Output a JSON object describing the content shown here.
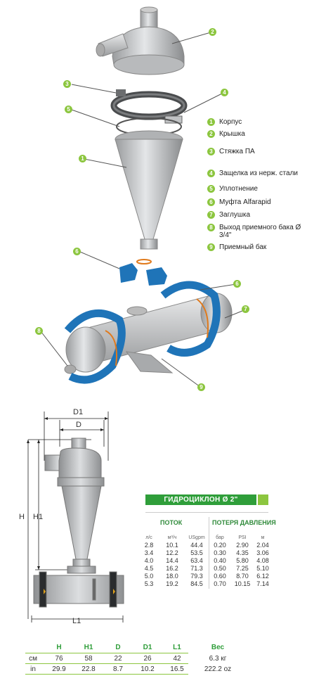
{
  "callouts": [
    "1",
    "2",
    "3",
    "4",
    "5",
    "6",
    "6",
    "7",
    "8",
    "9"
  ],
  "legend": [
    {
      "num": "1",
      "text": "Корпус"
    },
    {
      "num": "2",
      "text": "Крышка"
    },
    {
      "num": "3",
      "text": "Стяжка ПА"
    },
    {
      "num": "4",
      "text": "Защелка из нерж. стали"
    },
    {
      "num": "5",
      "text": "Уплотнение"
    },
    {
      "num": "6",
      "text": "Муфта Alfarapid"
    },
    {
      "num": "7",
      "text": "Заглушка"
    },
    {
      "num": "8",
      "text": "Выход приемного бака Ø 3/4\""
    },
    {
      "num": "9",
      "text": "Приемный бак"
    }
  ],
  "dimensions": {
    "d1": "D1",
    "d": "D",
    "h": "H",
    "h1": "H1",
    "l1": "L1"
  },
  "flow_table": {
    "title": "ГИДРОЦИКЛОН Ø 2\"",
    "flow_header": "ПОТОК",
    "pressure_header": "ПОТЕРЯ ДАВЛЕНИЯ",
    "units": [
      "л/с",
      "м³/ч",
      "USgpm",
      "бар",
      "PSI",
      "м"
    ],
    "rows": [
      [
        "2.8",
        "10.1",
        "44.4",
        "0.20",
        "2.90",
        "2.04"
      ],
      [
        "3.4",
        "12.2",
        "53.5",
        "0.30",
        "4.35",
        "3.06"
      ],
      [
        "4.0",
        "14.4",
        "63.4",
        "0.40",
        "5.80",
        "4.08"
      ],
      [
        "4.5",
        "16.2",
        "71.3",
        "0.50",
        "7.25",
        "5.10"
      ],
      [
        "5.0",
        "18.0",
        "79.3",
        "0.60",
        "8.70",
        "6.12"
      ],
      [
        "5.3",
        "19.2",
        "84.5",
        "0.70",
        "10.15",
        "7.14"
      ]
    ]
  },
  "spec_table": {
    "headers": [
      "H",
      "H1",
      "D",
      "D1",
      "L1",
      "Вес"
    ],
    "rows": [
      {
        "label": "см",
        "values": [
          "76",
          "58",
          "22",
          "26",
          "42",
          "6.3 кг"
        ]
      },
      {
        "label": "in",
        "values": [
          "29.9",
          "22.8",
          "8.7",
          "10.2",
          "16.5",
          "222.2 oz"
        ]
      }
    ]
  },
  "colors": {
    "accent_green": "#2f9e3a",
    "light_green": "#8cc63f",
    "clamp_blue": "#1f74b8"
  }
}
